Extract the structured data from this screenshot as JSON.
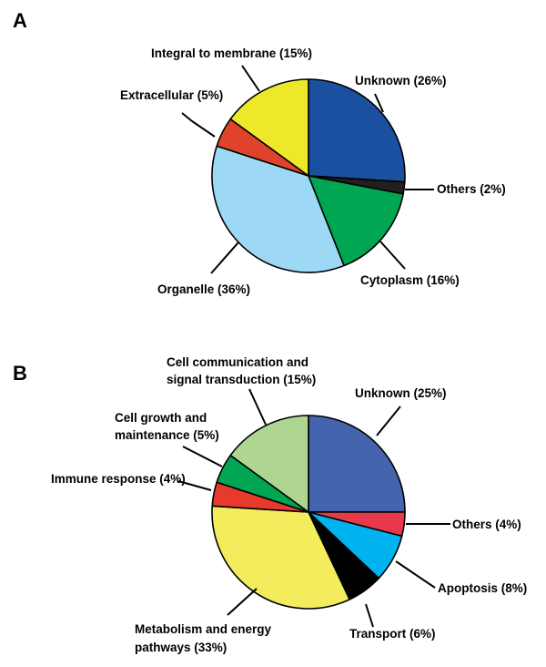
{
  "chart_data": [
    {
      "type": "pie",
      "panel": "A",
      "title": "",
      "categories": [
        "Unknown",
        "Others",
        "Cytoplasm",
        "Organelle",
        "Extracellular",
        "Integral to membrane"
      ],
      "values": [
        26,
        2,
        16,
        36,
        5,
        15
      ],
      "colors": [
        "#1b4fa0",
        "#231f20",
        "#00a651",
        "#9dd9f5",
        "#e0432c",
        "#eee82a"
      ],
      "labels": [
        [
          "Unknown (26%)"
        ],
        [
          "Others (2%)"
        ],
        [
          "Cytoplasm (16%)"
        ],
        [
          "Organelle (36%)"
        ],
        [
          "Extracellular (5%)"
        ],
        [
          "Integral to membrane (15%)"
        ]
      ]
    },
    {
      "type": "pie",
      "panel": "B",
      "title": "",
      "categories": [
        "Unknown",
        "Others",
        "Apoptosis",
        "Transport",
        "Metabolism and energy pathways",
        "Immune response",
        "Cell growth and maintenance",
        "Cell communication and signal transduction"
      ],
      "values": [
        25,
        4,
        8,
        6,
        33,
        4,
        5,
        15
      ],
      "colors": [
        "#4464ad",
        "#e8394a",
        "#00b3ee",
        "#000000",
        "#f3ec5c",
        "#e8392e",
        "#00a651",
        "#aed690"
      ],
      "labels": [
        [
          "Unknown (25%)"
        ],
        [
          "Others (4%)"
        ],
        [
          "Apoptosis (8%)"
        ],
        [
          "Transport (6%)"
        ],
        [
          "Metabolism and energy",
          "pathways (33%)"
        ],
        [
          "Immune response (4%)"
        ],
        [
          "Cell growth and",
          "maintenance (5%)"
        ],
        [
          "Cell communication and",
          "signal transduction (15%)"
        ]
      ]
    }
  ]
}
